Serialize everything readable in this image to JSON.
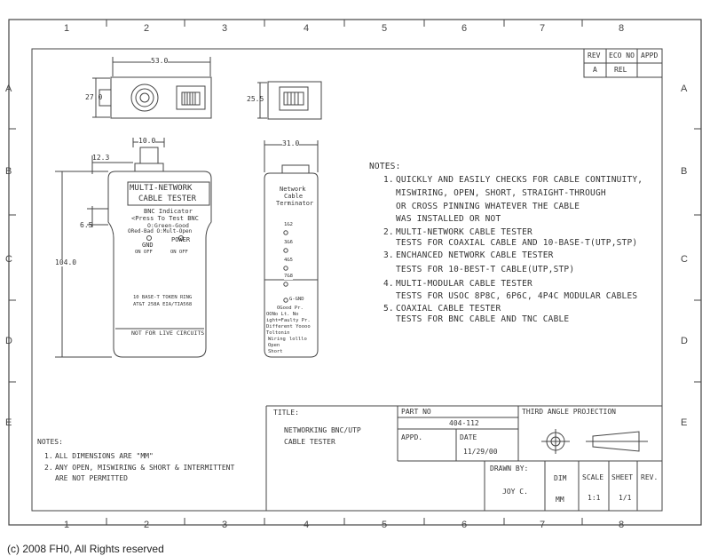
{
  "zones": {
    "columns": [
      "1",
      "2",
      "3",
      "4",
      "5",
      "6",
      "7",
      "8"
    ],
    "rows": [
      "A",
      "B",
      "C",
      "D",
      "E"
    ]
  },
  "revision_block": {
    "headers": [
      "REV",
      "ECO NO",
      "APPD"
    ],
    "values": [
      "A",
      "REL",
      ""
    ]
  },
  "dimensions": {
    "width_top": "53.0",
    "height_side": "27.0",
    "height_terminator": "25.5",
    "bnc_width": "10.0",
    "offset_top": "12.3",
    "offset_left": "6.5",
    "overall_height": "104.0",
    "terminator_width": "31.0"
  },
  "tester_panel": {
    "title_line1": "MULTI-NETWORK",
    "title_line2": "CABLE TESTER",
    "bnc_line1": "BNC Indicator",
    "bnc_line2": "<Press To Test BNC",
    "bnc_line3": "O:Green-Good",
    "bnc_line4": "ORed-Bad  O:Mult-Open",
    "gnd_label": "GND",
    "gnd_state": "ON OFF",
    "power_label": "POWER",
    "power_state": "ON OFF",
    "spec_line1": "10 BASE-T  TOKEN RING",
    "spec_line2": "AT&T 258A  EIA/TIA568",
    "warning": "NOT FOR LIVE CIRCUITS"
  },
  "terminator_panel": {
    "title_line1": "Network",
    "title_line2": "Cable",
    "title_line3": "Terminator",
    "pins": [
      "1&2",
      "3&6",
      "4&5",
      "7&8",
      "G-GND"
    ],
    "legend_line1": "OGood Pr.",
    "legend_line2": "OONo Lt. No",
    "legend_line3": "ight=Faulty Pr.",
    "legend_line4": "Different Yoooo",
    "legend_line5": "Toltonin",
    "legend_line6": "Wiring",
    "legend_line7": "lolllo",
    "legend_line8": "Open",
    "legend_line9": "Short"
  },
  "notes_main": {
    "heading": "NOTES:",
    "items": [
      {
        "num": "1.",
        "lines": [
          "QUICKLY AND EASILY CHECKS FOR CABLE CONTINUITY,",
          "MISWIRING, OPEN, SHORT, STRAIGHT-THROUGH",
          "OR CROSS PINNING WHATEVER THE CABLE",
          "WAS INSTALLED OR NOT"
        ]
      },
      {
        "num": "2.",
        "lines": [
          "MULTI-NETWORK CABLE TESTER",
          "TESTS FOR COAXIAL CABLE AND 10-BASE-T(UTP,STP)"
        ]
      },
      {
        "num": "3.",
        "lines": [
          "ENCHANCED NETWORK CABLE TESTER",
          "TESTS FOR 10-BEST-T CABLE(UTP,STP)"
        ]
      },
      {
        "num": "4.",
        "lines": [
          "MULTI-MODULAR CABLE TESTER",
          "TESTS FOR USOC 8P8C, 6P6C, 4P4C MODULAR CABLES"
        ]
      },
      {
        "num": "5.",
        "lines": [
          "COAXIAL CABLE TESTER",
          "TESTS FOR BNC CABLE AND TNC CABLE"
        ]
      }
    ]
  },
  "notes_bottom": {
    "heading": "NOTES:",
    "items": [
      {
        "num": "1.",
        "lines": [
          "ALL DIMENSIONS ARE \"MM\""
        ]
      },
      {
        "num": "2.",
        "lines": [
          "ANY OPEN, MISWIRING & SHORT & INTERMITTENT",
          "ARE NOT PERMITTED"
        ]
      }
    ]
  },
  "title_block": {
    "title_label": "TITLE:",
    "title_line1": "NETWORKING BNC/UTP",
    "title_line2": "CABLE TESTER",
    "part_no_label": "PART NO",
    "part_no_value": "404-112",
    "appd_label": "APPD.",
    "date_label": "DATE",
    "date_value": "11/29/00",
    "projection_label": "THIRD ANGLE PROJECTION",
    "drawn_by_label": "DRAWN BY:",
    "drawn_by_value": "JOY C.",
    "dim_label": "DIM",
    "dim_value": "MM",
    "scale_label": "SCALE",
    "scale_value": "1:1",
    "sheet_label": "SHEET",
    "sheet_value": "1/1",
    "rev_label": "REV."
  },
  "copyright": "(c) 2008 FH0, All Rights reserved"
}
